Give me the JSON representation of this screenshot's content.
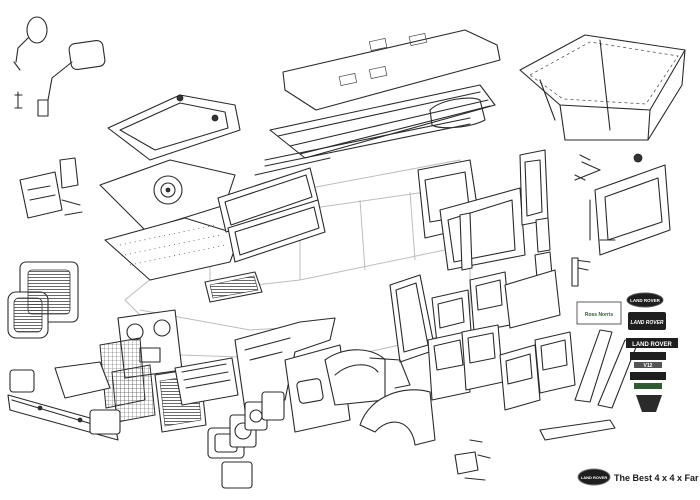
{
  "colors": {
    "line": "#2a2a2a",
    "ghost": "#bdbdbd",
    "badge_dark": "#1e1e1e",
    "badge_green": "#2f5a34",
    "background": "#ffffff"
  },
  "badges": {
    "land_rover_oval": "LAND ROVER",
    "land_rover_script": "LAND ROVER",
    "land_rover_plain": "LAND ROVER",
    "v12_label": "V12",
    "sign_label": "Ross Norris"
  },
  "footer": {
    "logo_text": "LAND ROVER",
    "tagline": "The Best 4 x 4 x Far"
  }
}
